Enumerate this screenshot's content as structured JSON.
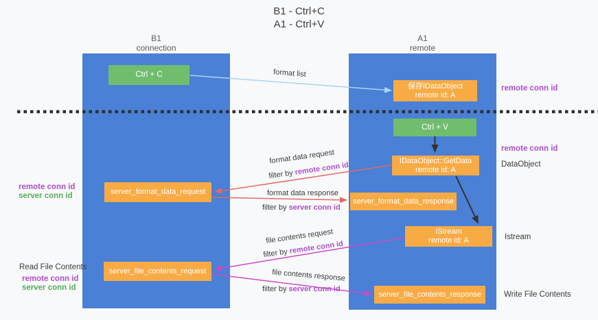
{
  "title": {
    "line1": "B1 - Ctrl+C",
    "line2": "A1 - Ctrl+V"
  },
  "lanes": {
    "b1": {
      "name": "B1",
      "subtitle": "connection"
    },
    "a1": {
      "name": "A1",
      "subtitle": "remote"
    }
  },
  "boxes": {
    "ctrl_c": {
      "label": "Ctrl + C"
    },
    "ctrl_v": {
      "label": "Ctrl + V"
    },
    "save_idataobject": {
      "line1": "保存IDataObject",
      "line2": "remote id: A"
    },
    "getdata": {
      "line1": "IDataObject::GetData",
      "line2": "remote id: A"
    },
    "istream": {
      "line1": "IStream",
      "line2": "remote id: A"
    },
    "server_format_data_request": {
      "label": "server_format_data_request"
    },
    "server_format_data_response": {
      "label": "server_format_data_response"
    },
    "server_file_contents_request": {
      "label": "server_file_contents_request"
    },
    "server_file_contents_response": {
      "label": "server_file_contents_response"
    }
  },
  "arrow_labels": {
    "format_list": "format list",
    "format_data_request": "format data request",
    "format_data_response": "format data response",
    "file_contents_request": "file contents request",
    "file_contents_response": "file contents response",
    "filter_by": "filter by ",
    "remote_conn_id": "remote conn id",
    "server_conn_id": "server conn id"
  },
  "side_labels": {
    "remote_conn_id": "remote conn id",
    "server_conn_id": "server conn id",
    "dataobject": "DataObject",
    "istream": "Istream",
    "read_file_contents": "Read File Contents",
    "write_file_contents": "Write File Contents"
  },
  "colors": {
    "lane_blue": "#4a80d5",
    "box_orange": "#f8ab45",
    "box_green": "#70bd6d",
    "arrow_red": "#e06a6a",
    "arrow_magenta": "#cb4bc7",
    "arrow_lightblue": "#a8d5f2",
    "arrow_black": "#333333",
    "divider_black": "#2e2e2e",
    "text_purple": "#ab4fc8",
    "text_green": "#56ad56"
  }
}
